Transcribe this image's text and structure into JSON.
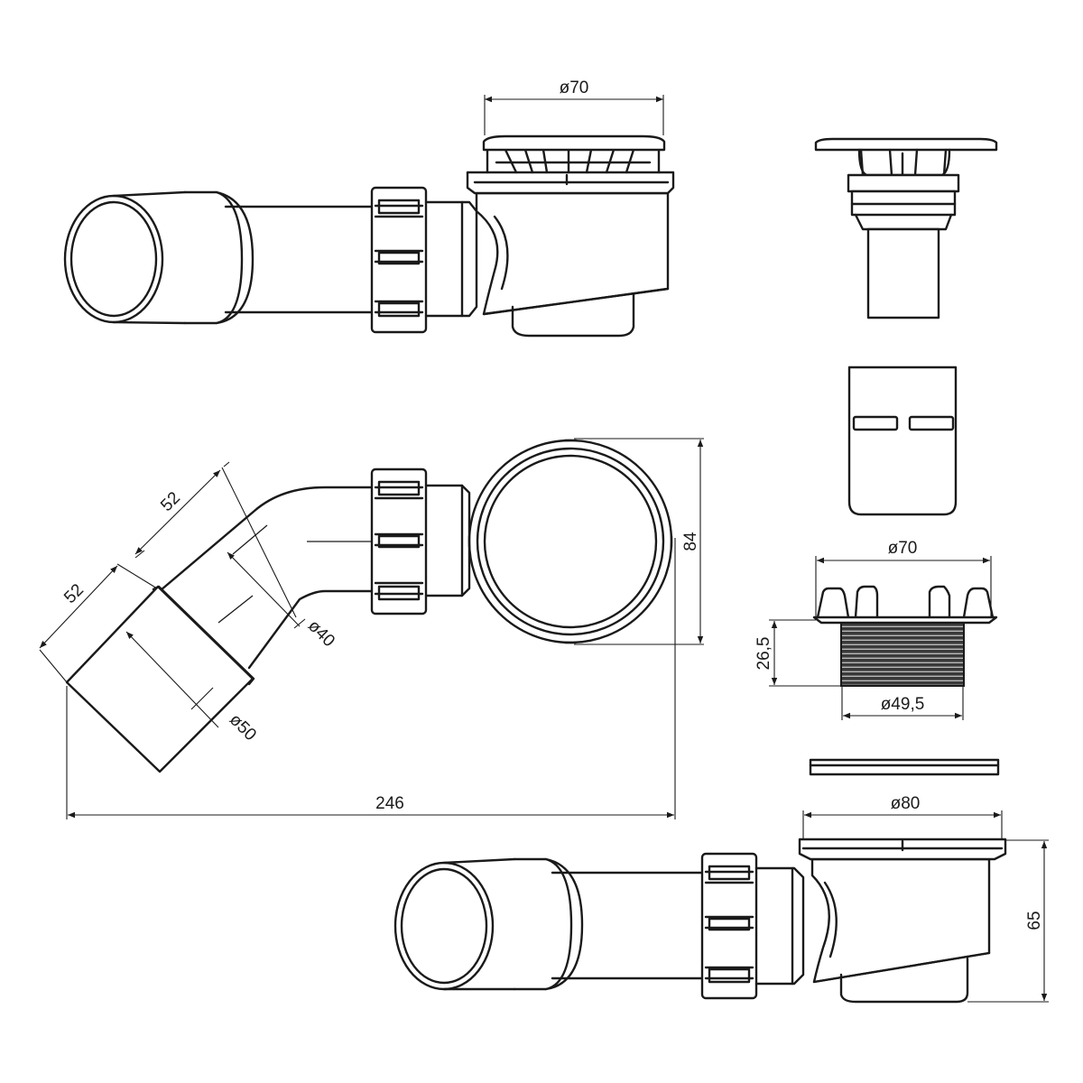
{
  "dimensions": {
    "top_grate_diameter": "ø70",
    "overall_height": "84",
    "elbow_leg_upper": "52",
    "elbow_leg_lower": "52",
    "pipe_inner_diameter": "ø40",
    "pipe_outer_diameter": "ø50",
    "overall_length": "246",
    "cap_diameter": "ø70",
    "thread_height": "26,5",
    "thread_diameter": "ø49,5",
    "bottom_flange_diameter": "ø80",
    "bottom_height": "65"
  },
  "colors": {
    "stroke": "#1a1a1a",
    "background": "#ffffff",
    "thread_fill": "#3a3a3a"
  }
}
